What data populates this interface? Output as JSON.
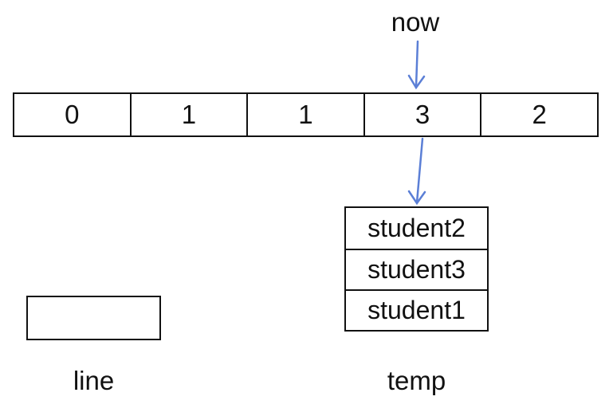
{
  "pointer": {
    "label": "now"
  },
  "array": {
    "cells": [
      "0",
      "1",
      "1",
      "3",
      "2"
    ]
  },
  "stack": {
    "items": [
      "student2",
      "student3",
      "student1"
    ],
    "caption": "temp"
  },
  "line_box": {
    "caption": "line",
    "value": ""
  },
  "colors": {
    "arrow": "#5B7FD6",
    "border": "#111111",
    "text": "#111111",
    "background": "#FFFFFF"
  }
}
